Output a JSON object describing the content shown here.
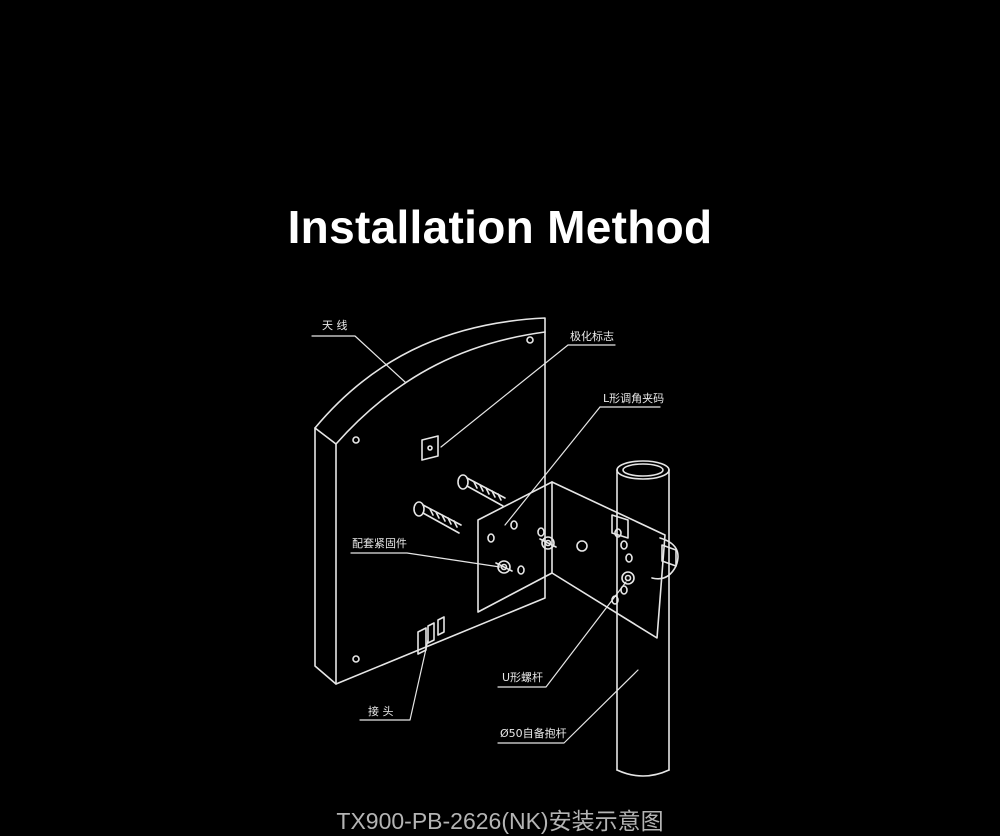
{
  "title": "Installation Method",
  "caption": "TX900-PB-2626(NK)安装示意图",
  "labels": {
    "antenna": "天 线",
    "polarization": "极化标志",
    "l_bracket": "L形调角夹码",
    "fasteners": "配套紧固件",
    "u_bolt": "U形螺杆",
    "connector": "接 头",
    "pole": "Ø50自备抱杆"
  },
  "colors": {
    "background": "#000000",
    "line": "#e6e6e6",
    "title": "#ffffff",
    "caption": "#b4b4b4"
  }
}
